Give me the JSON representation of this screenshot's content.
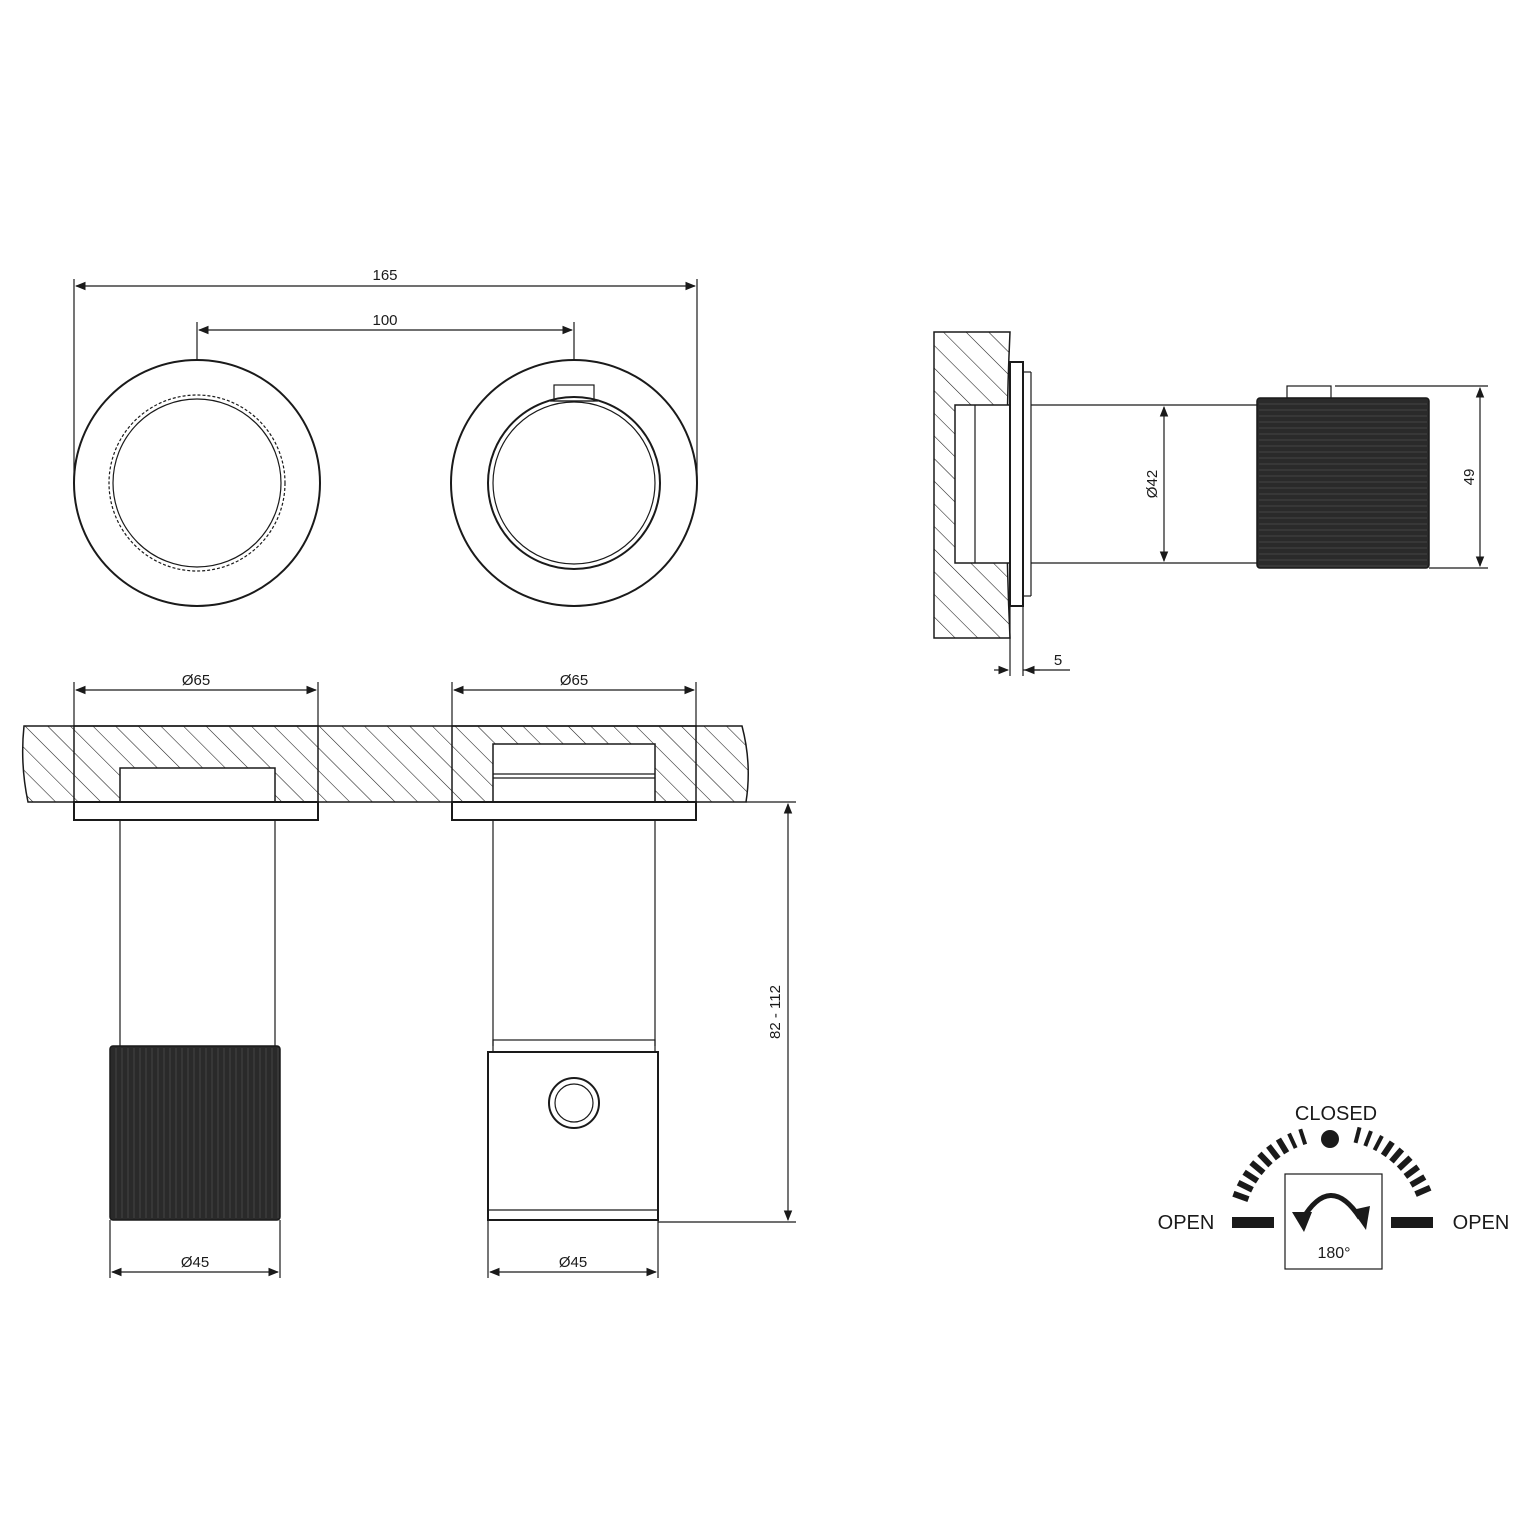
{
  "dimensions": {
    "overall_width": "165",
    "center_distance": "100",
    "flange_diameter_left": "Ø65",
    "flange_diameter_right": "Ø65",
    "knob_diameter_left": "Ø45",
    "knob_diameter_right": "Ø45",
    "projection_range": "82 - 112",
    "body_diameter": "Ø42",
    "knob_height": "49",
    "flange_thickness": "5"
  },
  "rotation_legend": {
    "closed_label": "CLOSED",
    "open_left_label": "OPEN",
    "open_right_label": "OPEN",
    "angle_label": "180°"
  },
  "colors": {
    "line": "#1a1a1a",
    "knurl_fill": "#2a2a2a",
    "background": "#ffffff"
  }
}
